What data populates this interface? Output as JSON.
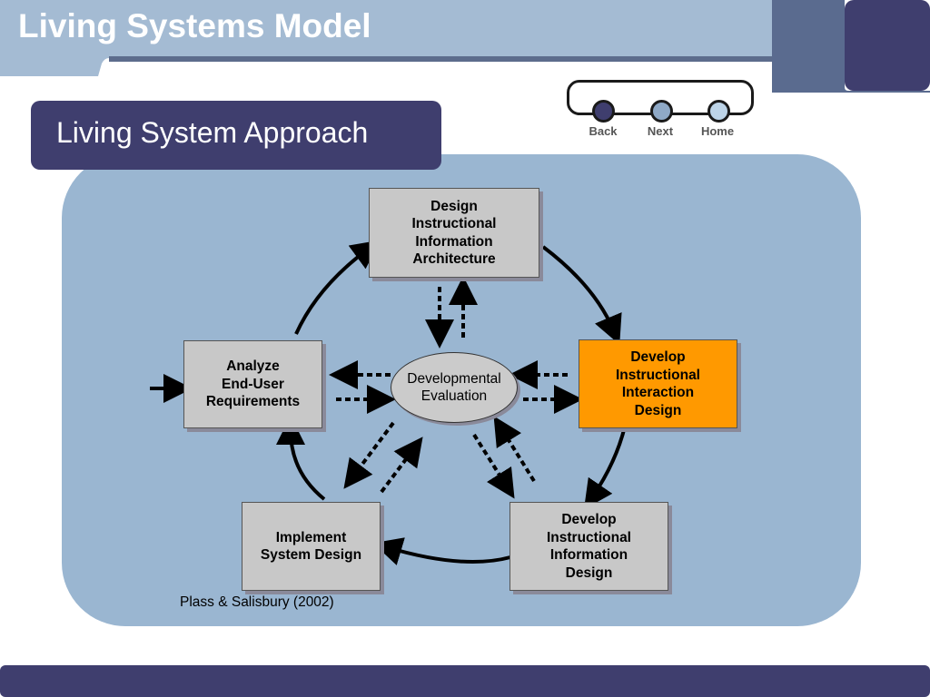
{
  "header": {
    "title": "Living Systems Model"
  },
  "section": {
    "title": "Living System Approach"
  },
  "nav": {
    "back": "Back",
    "next": "Next",
    "home": "Home"
  },
  "diagram": {
    "center": "Developmental\nEvaluation",
    "nodes": {
      "design_architecture": "Design\nInstructional\nInformation\nArchitecture",
      "develop_interaction": "Develop\nInstructional\nInteraction\nDesign",
      "develop_information": "Develop\nInstructional\nInformation\nDesign",
      "implement": "Implement\nSystem Design",
      "analyze": "Analyze\nEnd-User\nRequirements"
    },
    "citation": "Plass & Salisbury (2002)"
  },
  "colors": {
    "header_band": "#a4bbd3",
    "dark_navy": "#3f3e6e",
    "panel": "#9ab6d1",
    "box_fill": "#c8c8c8",
    "highlight": "#ff9900",
    "nav_dot_dark": "#3f3e6e",
    "nav_dot_mid": "#8fa9c6",
    "nav_dot_light": "#bdd4e8"
  }
}
